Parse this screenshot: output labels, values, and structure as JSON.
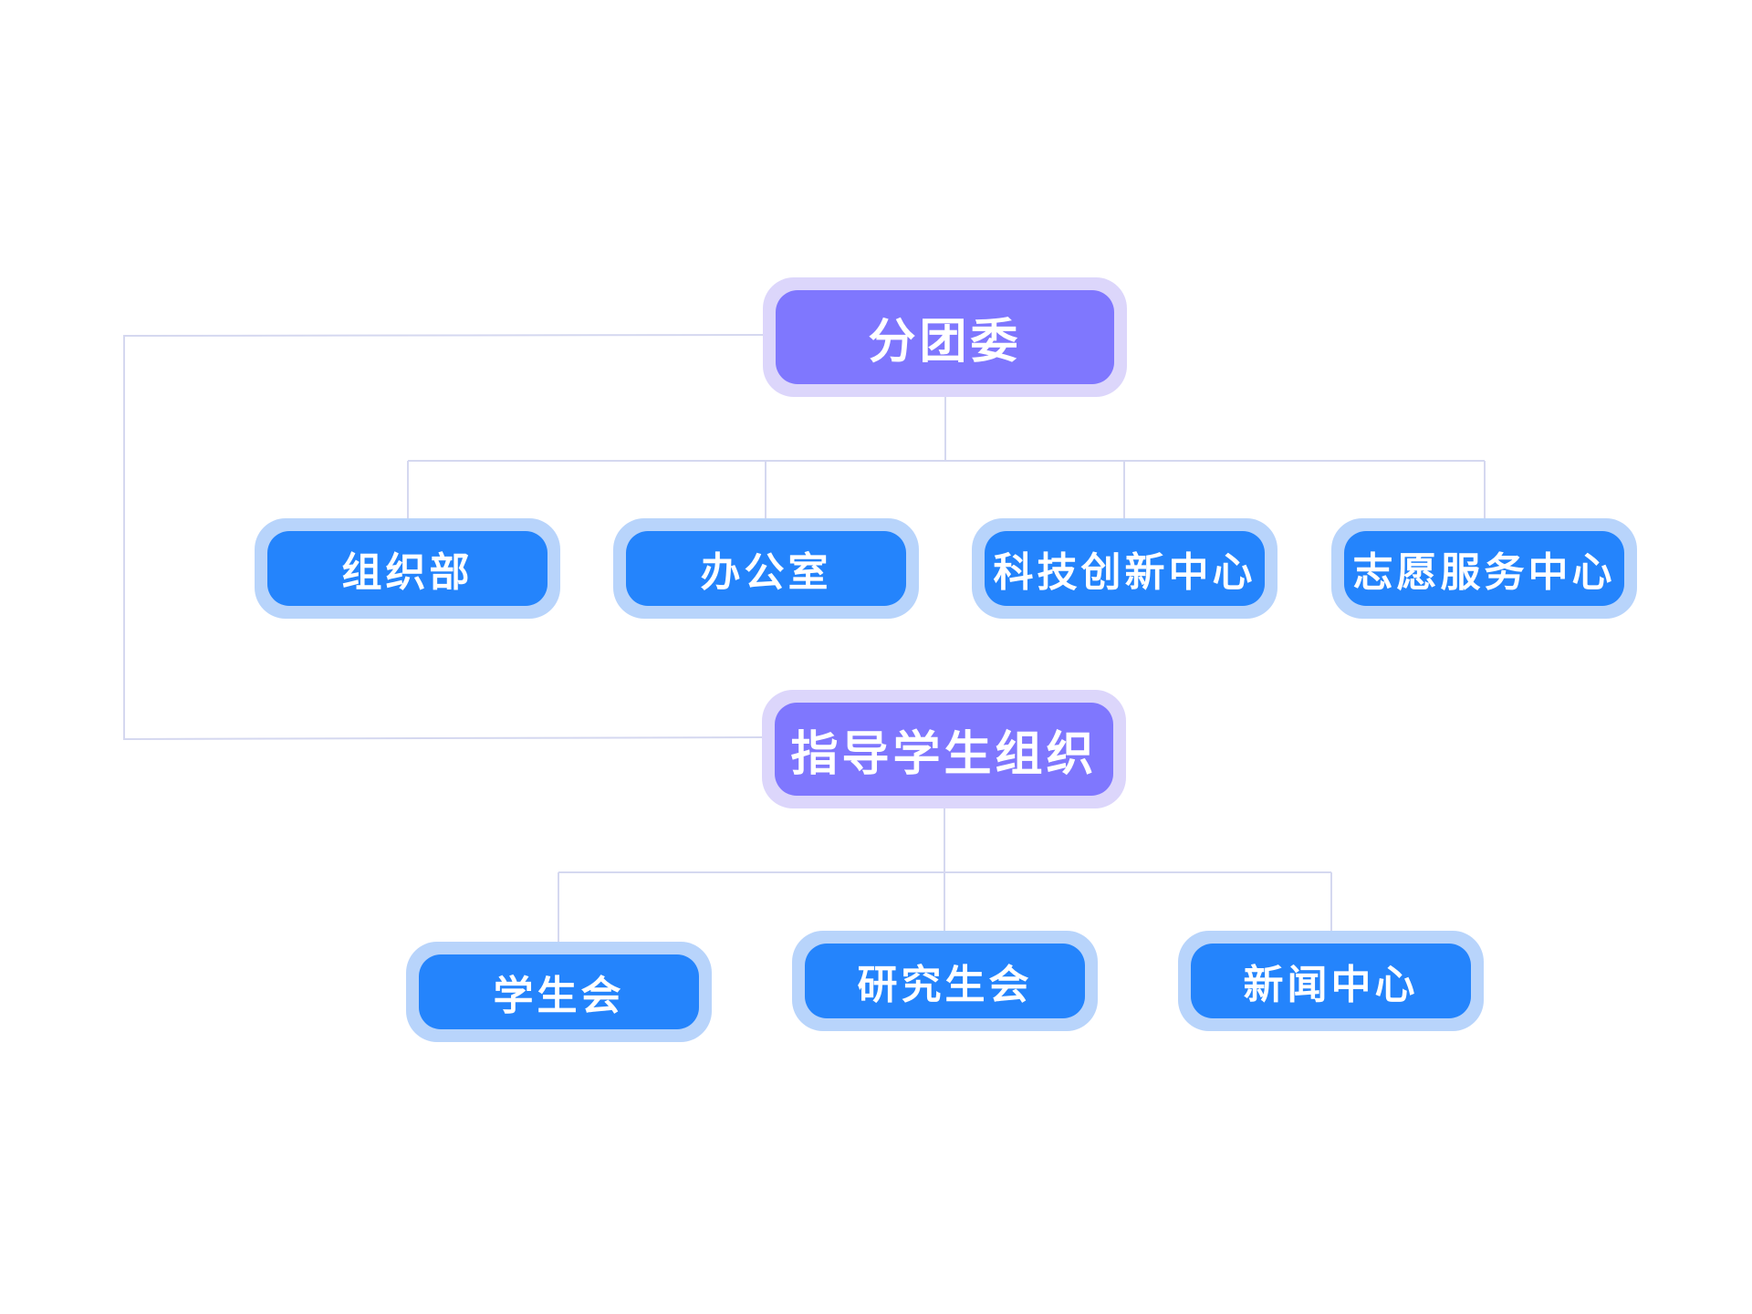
{
  "colors": {
    "primary_fill": "#7f77fe",
    "primary_halo": "#dcd6fb",
    "secondary_fill": "#2484fc",
    "secondary_halo": "#b8d4fb",
    "connector": "#d5d8f0",
    "text": "#ffffff"
  },
  "org": {
    "top": {
      "label": "分团委",
      "children": [
        "组织部",
        "办公室",
        "科技创新中心",
        "志愿服务中心"
      ]
    },
    "second": {
      "label": "指导学生组织",
      "children": [
        "学生会",
        "研究生会",
        "新闻中心"
      ]
    }
  }
}
